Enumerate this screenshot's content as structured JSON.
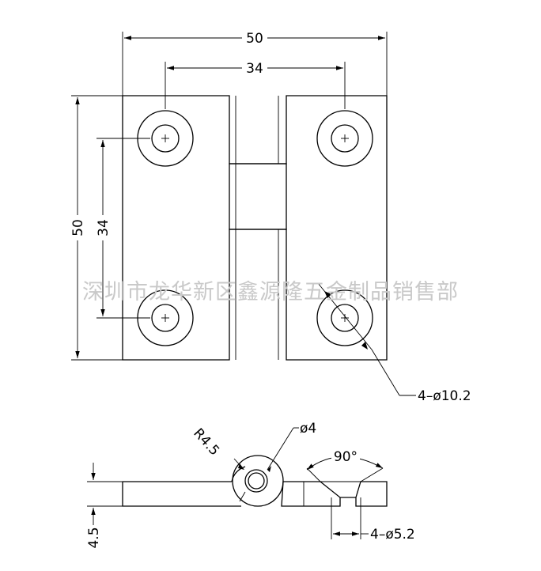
{
  "watermark": "深圳市龙华新区鑫源隆五金制品销售部",
  "top_view": {
    "width_overall": "50",
    "hole_spacing_x": "34",
    "height_overall": "50",
    "hole_spacing_y": "34",
    "hole_callout": "4–ø10.2"
  },
  "side_view": {
    "knuckle_radius": "R4.5",
    "pin_diameter": "ø4",
    "countersink_angle": "90°",
    "thickness": "4.5",
    "through_hole": "4–ø5.2"
  }
}
